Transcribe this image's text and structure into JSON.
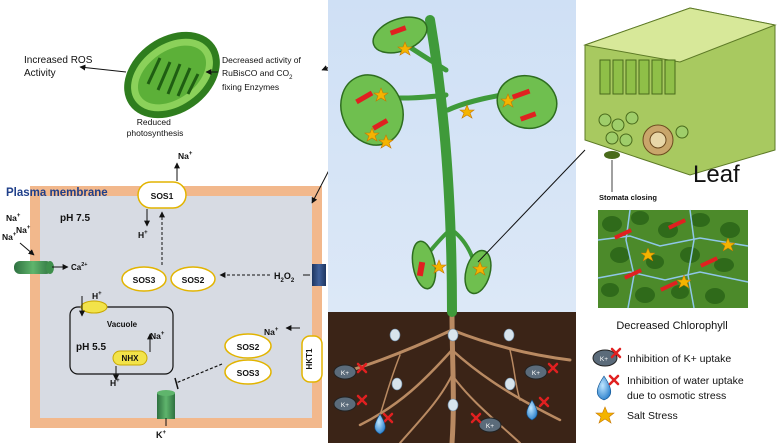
{
  "chloroplast": {
    "ros_label": "Increased ROS Activity",
    "rubisco_label_pre": "Decreased activity of RuBisCO and CO",
    "rubisco_label_sub": "2",
    "rubisco_label_post": " fixing Enzymes",
    "photosynthesis_label": "Reduced photosynthesis"
  },
  "cell": {
    "title": "Plasma membrane",
    "cytoplasm_ph": "pH 7.5",
    "vacuole_ph": "pH 5.5",
    "vacuole_label": "Vacuole",
    "proteins": {
      "sos1": "SOS1",
      "sos2": "SOS2",
      "sos3": "SOS3",
      "nhx": "NHX",
      "hkt1": "HKT1"
    },
    "ions": {
      "na": "Na",
      "h": "H",
      "k": "K",
      "ca": "Ca",
      "plus": "+",
      "ca_charge": "2+",
      "h2o2_base": "H",
      "h2o2_sub1": "2",
      "h2o2_o": "O",
      "h2o2_sub2": "2"
    }
  },
  "leaf": {
    "title": "Leaf",
    "stomata_label": "Stomata closing",
    "chlorophyll_label": "Decreased Chlorophyll"
  },
  "roots": {
    "k_badge": "K+"
  },
  "legend": {
    "k_uptake": "Inhibition of K+ uptake",
    "water_uptake_1": "Inhibition of water uptake",
    "water_uptake_2": "due to osmotic stress",
    "salt_stress": "Salt Stress"
  },
  "colors": {
    "membrane": "#f2b88c",
    "cytoplasm": "#d7dbe3",
    "sky": "#cfe0f5",
    "soil": "#3b2417",
    "stem": "#3f9a3a",
    "leaf": "#6fbf4f",
    "chloroplast": "#4aa52e",
    "protein": "#ffffff",
    "protein_border": "#e2b400",
    "nhx": "#f2e34a",
    "channel": "#3e8f4c",
    "marker_red": "#e02020",
    "salt_star": "#f4b400",
    "root": "#b98a62"
  }
}
